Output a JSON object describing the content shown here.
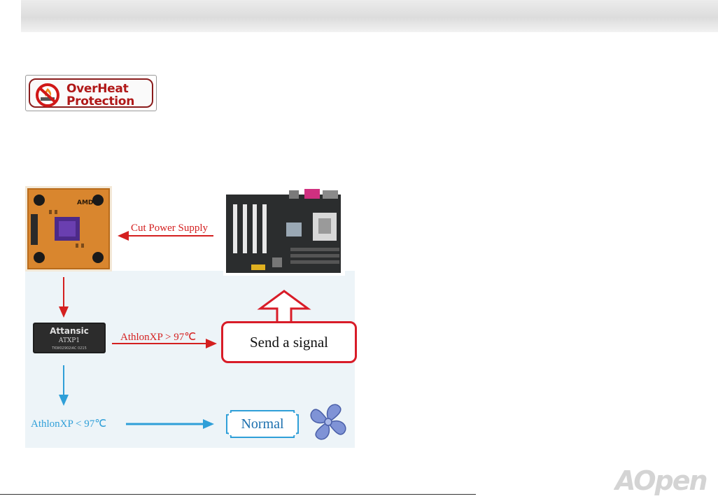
{
  "badge": {
    "line1": "OverHeat",
    "line2": "Protection"
  },
  "diagram": {
    "cut_power_label": "Cut Power Supply",
    "hot_label": "AthlonXP > 97℃",
    "send_signal_label": "Send a signal",
    "cool_label": "AthlonXP < 97℃",
    "normal_label": "Normal",
    "cpu_brand": "AMD",
    "chip_brand": "Attansic",
    "chip_model": "ATXP1",
    "chip_code": "TKW02902iAC 0215"
  },
  "logo": {
    "text": "AOpen"
  },
  "colors": {
    "alert_red": "#d42020",
    "normal_blue": "#2f9fd8",
    "header_gray": "#dcdcdc"
  }
}
